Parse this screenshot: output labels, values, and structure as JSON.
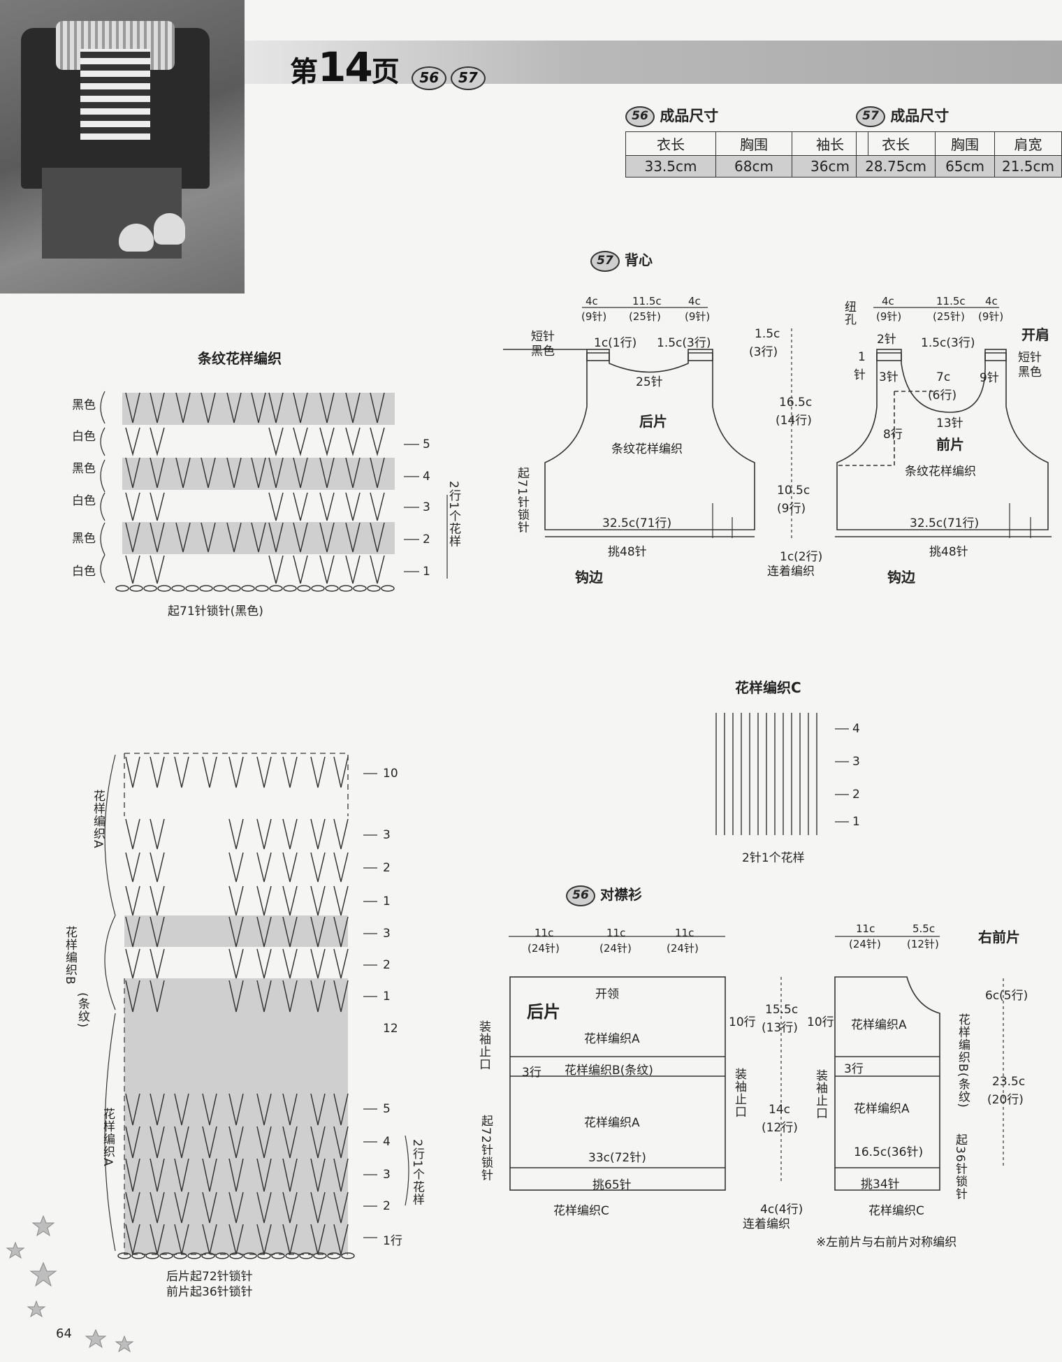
{
  "header": {
    "page_prefix": "第",
    "page_number": "14",
    "page_suffix": "页",
    "badge_a": "56",
    "badge_b": "57"
  },
  "size56": {
    "badge": "56",
    "title": "成品尺寸",
    "headers": [
      "衣长",
      "胸围",
      "袖长"
    ],
    "values": [
      "33.5cm",
      "68cm",
      "36cm"
    ]
  },
  "size57": {
    "badge": "57",
    "title": "成品尺寸",
    "headers": [
      "衣长",
      "胸围",
      "肩宽"
    ],
    "values": [
      "28.75cm",
      "65cm",
      "21.5cm"
    ]
  },
  "stripe_chart": {
    "title": "条纹花样编织",
    "colors": [
      "黑色",
      "白色",
      "黑色",
      "白色",
      "黑色",
      "白色"
    ],
    "rows": [
      "5",
      "4",
      "3",
      "2",
      "1"
    ],
    "repeat": "2行1个花样",
    "foundation": "起71针锁针(黑色)"
  },
  "vest57": {
    "badge": "57",
    "title": "背心",
    "back": {
      "top_dims": [
        "4c",
        "(9针)",
        "11.5c",
        "(25针)",
        "4c",
        "(9针)"
      ],
      "short_stitch": "短针",
      "black": "黑色",
      "strap": "1c(1行)",
      "neck_depth": "1.5c(3行)",
      "neck_sts": "25针",
      "label": "后片",
      "pattern": "条纹花样编织",
      "start": "起71针锁针",
      "width": "32.5c(71行)",
      "pick": "挑48针",
      "edging": "钩边"
    },
    "side_dims": {
      "a": "1.5c",
      "a2": "(3行)",
      "b": "16.5c",
      "b2": "(14行)",
      "c": "10.5c",
      "c2": "(9行)",
      "d": "1c(2行)",
      "e": "连着编织"
    },
    "front": {
      "top_dims": [
        "4c",
        "(9针)",
        "11.5c",
        "(25针)",
        "4c",
        "(9针)"
      ],
      "button_hole": "纽孔",
      "two_sts": "2针",
      "one_st": "1",
      "st": "针",
      "three_sts": "3针",
      "neck_depth": "1.5c(3行)",
      "seven_c": "7c",
      "six_rows": "(6行)",
      "nine_sts": "9针",
      "open_shoulder": "开肩",
      "short_stitch": "短针",
      "black": "黑色",
      "thirteen": "13针",
      "eight_rows": "8行",
      "label": "前片",
      "pattern": "条纹花样编织",
      "width": "32.5c(71行)",
      "pick": "挑48针",
      "edging": "钩边"
    }
  },
  "patternC": {
    "title": "花样编织C",
    "rows": [
      "4",
      "3",
      "2",
      "1"
    ],
    "repeat": "2针1个花样"
  },
  "big_chart": {
    "rows_top": [
      "10",
      "3",
      "2",
      "1",
      "3",
      "2",
      "1",
      "12"
    ],
    "rows_bottom": [
      "5",
      "4",
      "3",
      "2",
      "1行"
    ],
    "label_a1": "花样编织A",
    "label_b": "花样编织B",
    "label_b2": "(条纹)",
    "label_a2": "花样编织A",
    "repeat": "2行1个花样",
    "foundation_back": "后片起72针锁针",
    "foundation_front": "前片起36针锁针"
  },
  "cardigan56": {
    "badge": "56",
    "title": "对襟衫",
    "top_dims": [
      "11c",
      "(24针)",
      "11c",
      "(24针)",
      "11c",
      "(24针)"
    ],
    "neck": "开领",
    "back_label": "后片",
    "patA1": "花样编织A",
    "patB": "花样编织B(条纹)",
    "patA2": "花样编织A",
    "three_rows": "3行",
    "ten_rows": "10行",
    "sleeve_stop": "装袖止口",
    "start": "起72针锁针",
    "width": "33c(72针)",
    "pick": "挑65针",
    "patC": "花样编织C",
    "dims": [
      "15.5c",
      "(13行)",
      "14c",
      "(12行)",
      "4c(4行)",
      "连着编织"
    ],
    "right_front": {
      "title": "右前片",
      "top_dims": [
        "11c",
        "(24针)",
        "5.5c",
        "(12针)"
      ],
      "neck_dim": "6c(5行)",
      "ten_rows": "10行",
      "patA1": "花样编织A",
      "patB": "花样编织B(条纹)",
      "three_rows": "3行",
      "patA2": "花样编织A",
      "sleeve_stop": "装袖止口",
      "length": "23.5c",
      "length2": "(20行)",
      "width": "16.5c(36针)",
      "start": "起36针锁针",
      "pick": "挑34针",
      "patC": "花样编织C"
    },
    "note": "※左前片与右前片对称编织"
  },
  "footer": {
    "page_no": "64"
  }
}
